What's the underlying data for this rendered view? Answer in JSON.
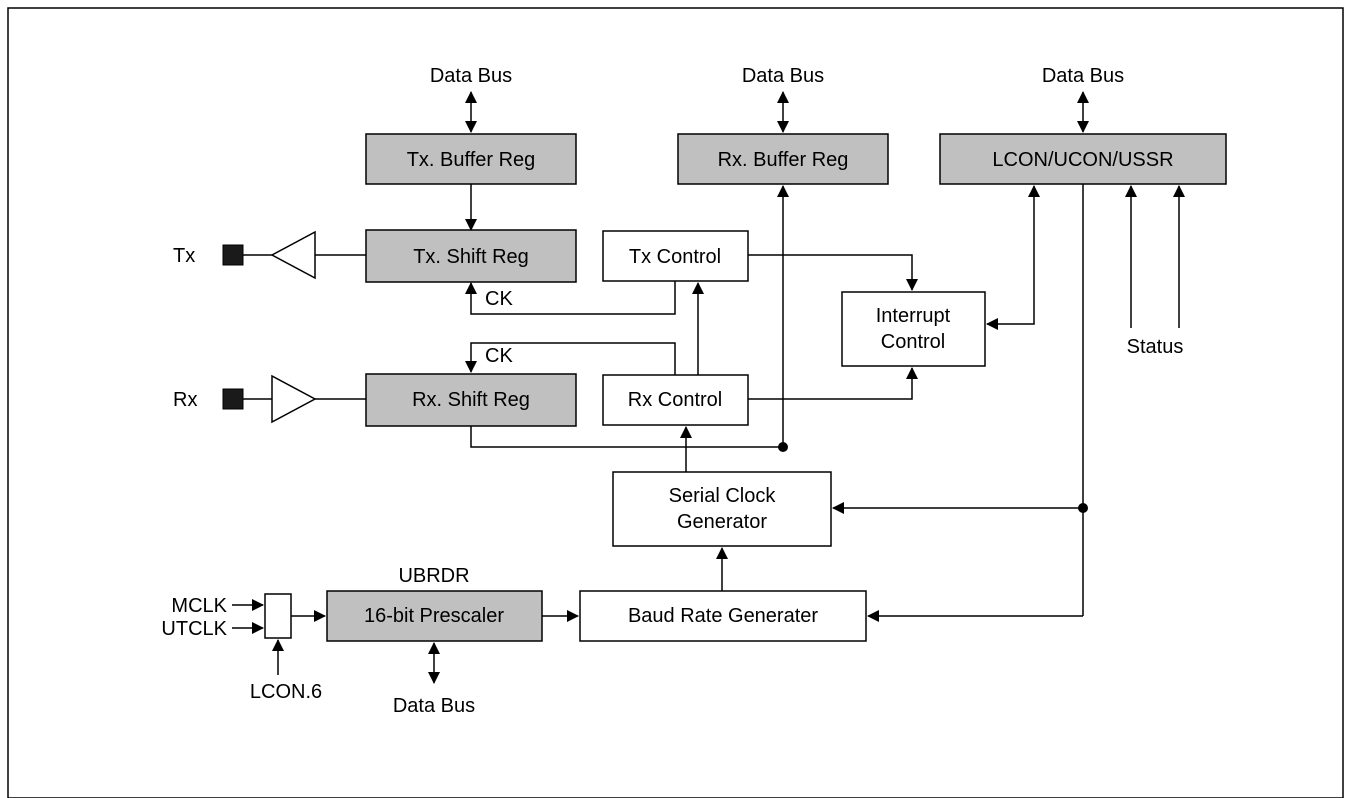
{
  "blocks": {
    "tx_buffer": "Tx. Buffer Reg",
    "rx_buffer": "Rx. Buffer Reg",
    "lcon_ucon_ussr": "LCON/UCON/USSR",
    "tx_shift": "Tx. Shift Reg",
    "rx_shift": "Rx. Shift Reg",
    "tx_control": "Tx Control",
    "rx_control": "Rx Control",
    "interrupt_line1": "Interrupt",
    "interrupt_line2": "Control",
    "serial_clock_line1": "Serial Clock",
    "serial_clock_line2": "Generator",
    "prescaler": "16-bit Prescaler",
    "baud_rate": "Baud Rate Generater"
  },
  "labels": {
    "data_bus": "Data Bus",
    "tx_pin": "Tx",
    "rx_pin": "Rx",
    "ck": "CK",
    "status": "Status",
    "ubrdr": "UBRDR",
    "mclk": "MCLK",
    "utclk": "UTCLK",
    "lcon6": "LCON.6"
  },
  "colors": {
    "register_fill": "#c0c0c0",
    "block_fill": "#ffffff",
    "line": "#000000"
  }
}
